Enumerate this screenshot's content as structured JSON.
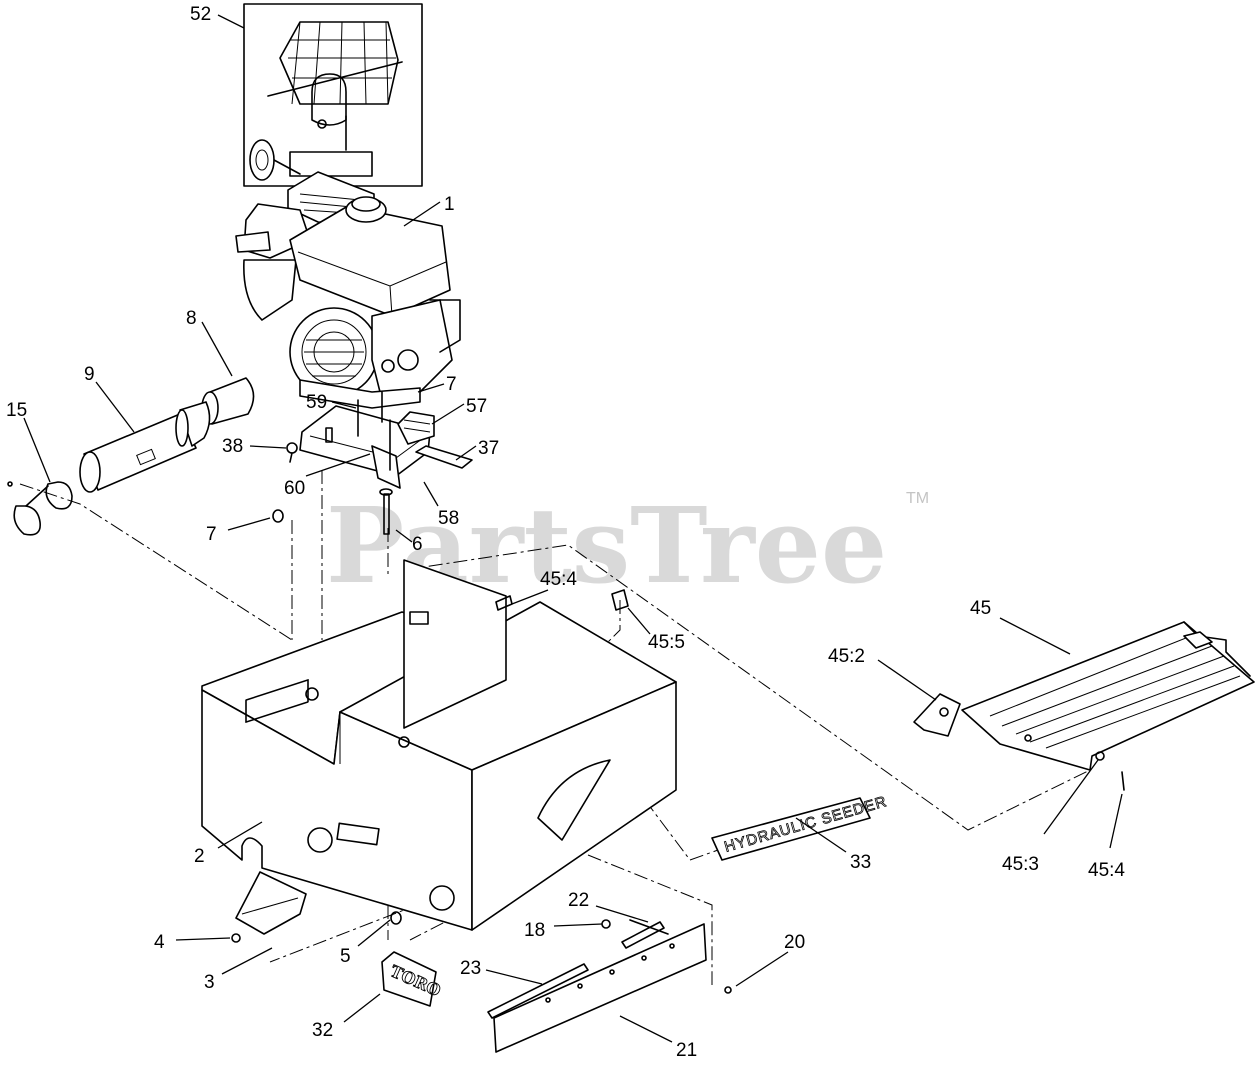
{
  "watermark": {
    "text": "PartsTree",
    "trademark": "TM"
  },
  "decals": {
    "seeder_decal": "HYDRAULIC SEEDER",
    "brand_badge": "TORO"
  },
  "callouts": [
    {
      "id": "c1",
      "label": "1"
    },
    {
      "id": "c2",
      "label": "2"
    },
    {
      "id": "c3",
      "label": "3"
    },
    {
      "id": "c4",
      "label": "4"
    },
    {
      "id": "c5",
      "label": "5"
    },
    {
      "id": "c6",
      "label": "6"
    },
    {
      "id": "c7a",
      "label": "7"
    },
    {
      "id": "c7b",
      "label": "7"
    },
    {
      "id": "c8",
      "label": "8"
    },
    {
      "id": "c9",
      "label": "9"
    },
    {
      "id": "c15",
      "label": "15"
    },
    {
      "id": "c18",
      "label": "18"
    },
    {
      "id": "c20",
      "label": "20"
    },
    {
      "id": "c21",
      "label": "21"
    },
    {
      "id": "c22",
      "label": "22"
    },
    {
      "id": "c23",
      "label": "23"
    },
    {
      "id": "c32",
      "label": "32"
    },
    {
      "id": "c33",
      "label": "33"
    },
    {
      "id": "c37",
      "label": "37"
    },
    {
      "id": "c38",
      "label": "38"
    },
    {
      "id": "c45",
      "label": "45"
    },
    {
      "id": "c45_2",
      "label": "45:2"
    },
    {
      "id": "c45_3",
      "label": "45:3"
    },
    {
      "id": "c45_4a",
      "label": "45:4"
    },
    {
      "id": "c45_4b",
      "label": "45:4"
    },
    {
      "id": "c45_5",
      "label": "45:5"
    },
    {
      "id": "c52",
      "label": "52"
    },
    {
      "id": "c57",
      "label": "57"
    },
    {
      "id": "c58",
      "label": "58"
    },
    {
      "id": "c59",
      "label": "59"
    },
    {
      "id": "c60",
      "label": "60"
    }
  ]
}
